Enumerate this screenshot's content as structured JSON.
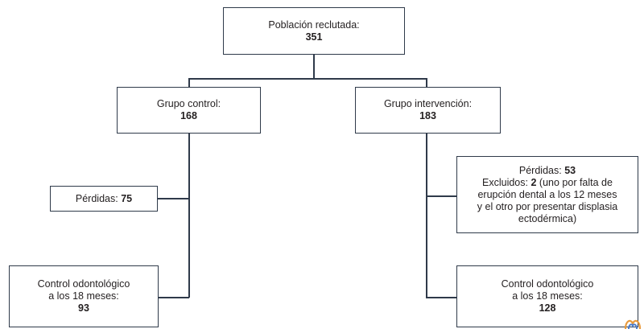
{
  "recruited": {
    "label": "Población reclutada:",
    "count": "351"
  },
  "control_group": {
    "label": "Grupo control:",
    "count": "168",
    "losses_label": "Pérdidas:",
    "losses_count": "75",
    "followup_line1": "Control odontológico",
    "followup_line2": "a los 18 meses:",
    "followup_count": "93"
  },
  "intervention_group": {
    "label": "Grupo intervención:",
    "count": "183",
    "losses_label": "Pérdidas:",
    "losses_count": "53",
    "excluded_label": "Excluidos:",
    "excluded_count": "2",
    "excluded_reason_1": "(uno por falta de",
    "excluded_reason_2": "erupción dental a los 12 meses",
    "excluded_reason_3": "y el otro por presentar displasia",
    "excluded_reason_4": "ectodérmica)",
    "followup_line1": "Control odontológico",
    "followup_line2": "a los 18 meses:",
    "followup_count": "128"
  },
  "colors": {
    "line": "#2f3a4a",
    "text": "#231f20"
  },
  "logo_icon": "publisher-logo-icon"
}
